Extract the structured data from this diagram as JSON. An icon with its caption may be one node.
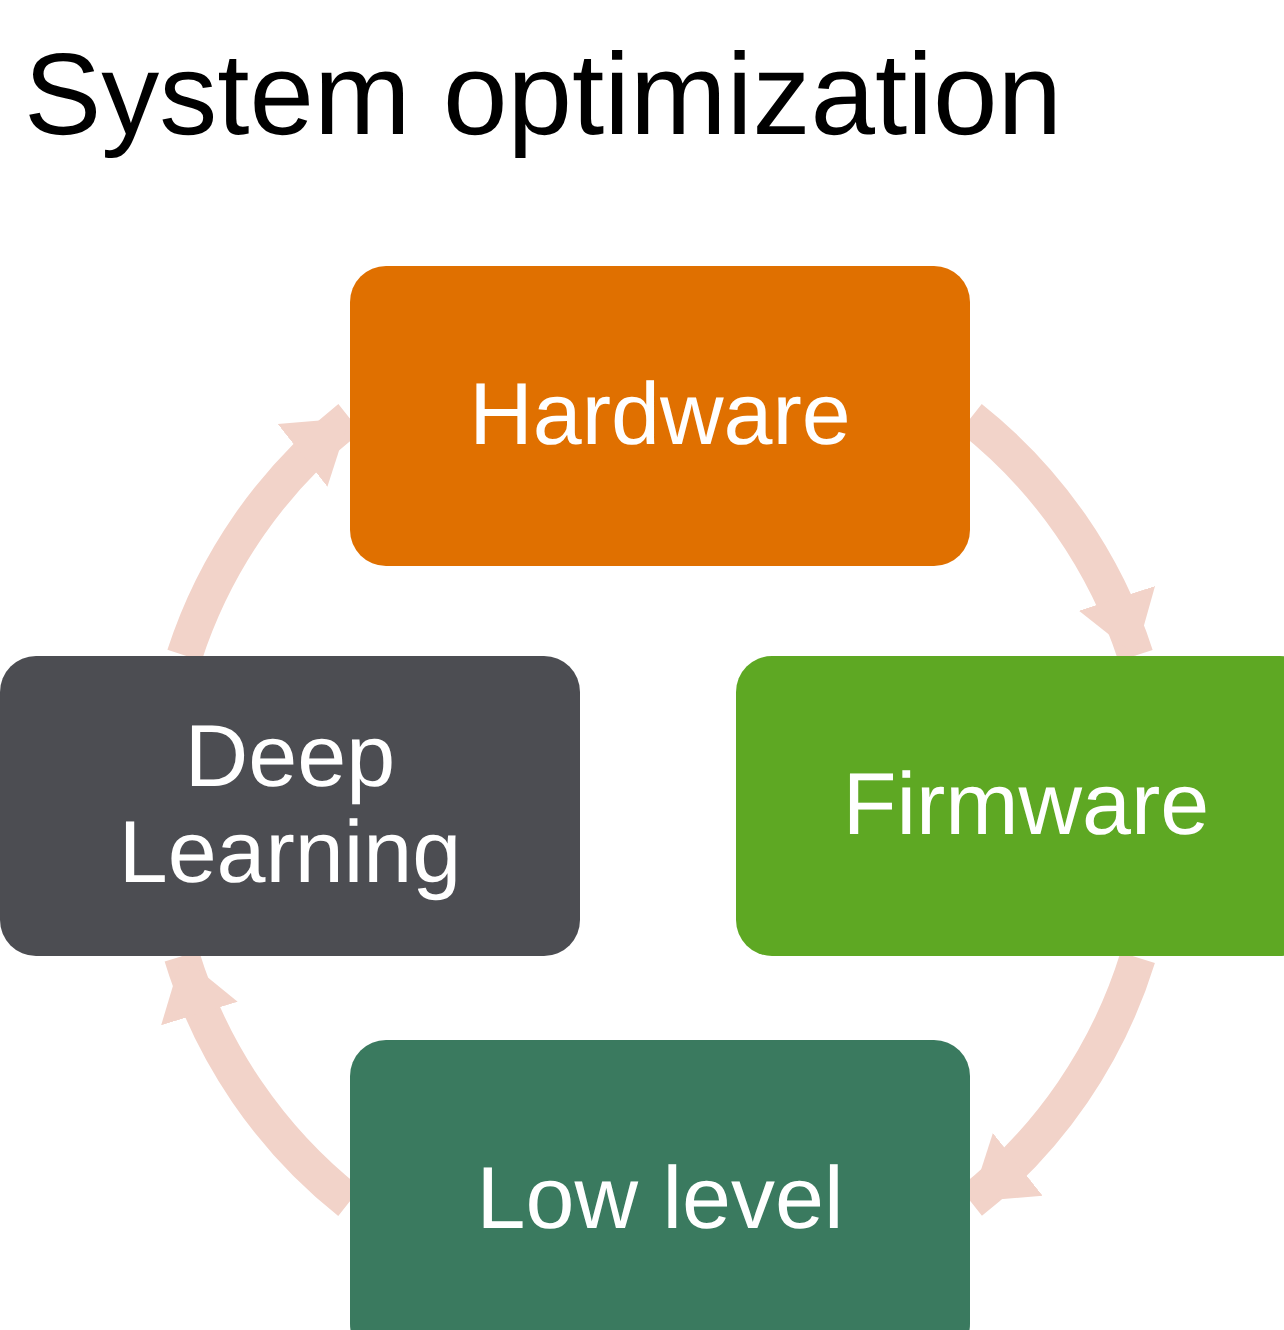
{
  "diagram": {
    "title": "System optimization",
    "nodes": [
      {
        "text": [
          "Hardware"
        ]
      },
      {
        "text": [
          "Deep Learning"
        ]
      },
      {
        "text": [
          "Firmware"
        ]
      },
      {
        "text": [
          "Low level"
        ]
      }
    ],
    "edges": [
      {
        "from": 0,
        "to": 2,
        "arrow": "to"
      },
      {
        "from": 2,
        "to": 3,
        "arrow": "to"
      },
      {
        "from": 3,
        "to": 1,
        "arrow": "to"
      },
      {
        "from": 1,
        "to": 0,
        "arrow": "to"
      }
    ]
  }
}
